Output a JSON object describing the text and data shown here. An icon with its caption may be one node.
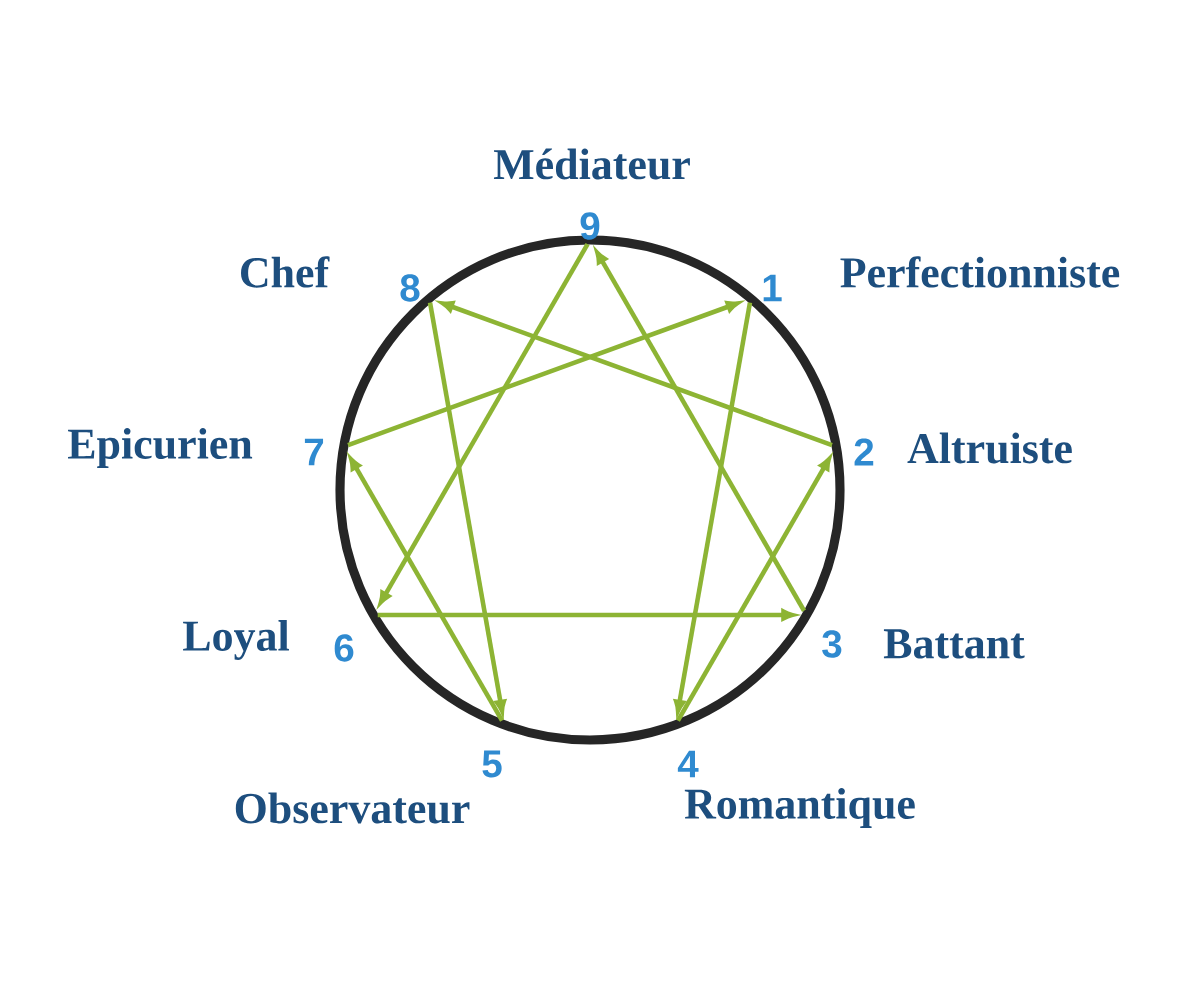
{
  "diagram": {
    "nodes": [
      {
        "text": [
          "9"
        ],
        "beside": [
          "Médiateur"
        ]
      },
      {
        "text": [
          "8"
        ],
        "beside": [
          "Chef"
        ]
      },
      {
        "text": [
          "1"
        ],
        "beside": [
          "Perfectionniste"
        ]
      },
      {
        "text": [
          "7"
        ],
        "beside": [
          "Epicurien"
        ]
      },
      {
        "text": [
          "2"
        ],
        "beside": [
          "Altruiste"
        ]
      },
      {
        "text": [
          "6"
        ],
        "beside": [
          "Loyal"
        ]
      },
      {
        "text": [
          "3"
        ],
        "beside": [
          "Battant"
        ]
      },
      {
        "text": [
          "5"
        ],
        "beside": [
          "Observateur"
        ]
      },
      {
        "text": [
          "4"
        ],
        "beside": [
          "Romantique"
        ]
      }
    ],
    "edges": [
      {
        "from": 2,
        "to": 8,
        "arrow": "to"
      },
      {
        "from": 8,
        "to": 4,
        "arrow": "to"
      },
      {
        "from": 4,
        "to": 1,
        "arrow": "to"
      },
      {
        "from": 1,
        "to": 7,
        "arrow": "to"
      },
      {
        "from": 7,
        "to": 3,
        "arrow": "to"
      },
      {
        "from": 3,
        "to": 2,
        "arrow": "to"
      },
      {
        "from": 0,
        "to": 5,
        "arrow": "to"
      },
      {
        "from": 5,
        "to": 6,
        "arrow": "to"
      },
      {
        "from": 6,
        "to": 0,
        "arrow": "to"
      }
    ]
  }
}
